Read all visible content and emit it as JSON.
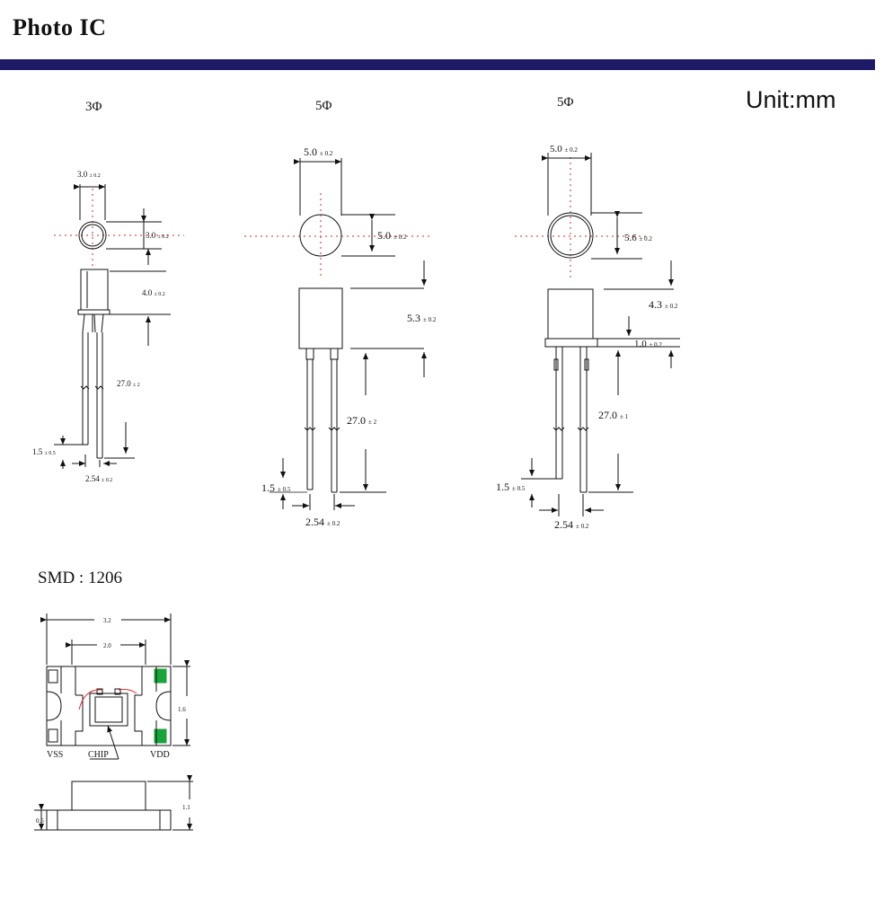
{
  "page": {
    "title": "Photo IC",
    "unit_label": "Unit:mm"
  },
  "colors": {
    "band": "#1f1a66",
    "pad": "#1aa33a",
    "wire": "#d23030"
  },
  "package_3phi": {
    "heading": "3Φ",
    "width_label": "3.0",
    "width_tol": "± 0.2",
    "dia_label": "3.0",
    "dia_tol": "± 0.2",
    "body_label": "4.0",
    "body_tol": "± 0.2",
    "lead_label": "27.0",
    "lead_tol": "± 2",
    "offset_label": "1.5",
    "offset_tol": "± 0.5",
    "pitch_label": "2.54",
    "pitch_tol": "± 0.2"
  },
  "package_5phi_a": {
    "heading": "5Φ",
    "width_label": "5.0",
    "width_tol": "± 0.2",
    "dia_label": "5.0",
    "dia_tol": "± 0.2",
    "body_label": "5.3",
    "body_tol": "± 0.2",
    "lead_label": "27.0",
    "lead_tol": "± 2",
    "offset_label": "1.5",
    "offset_tol": "± 0.5",
    "pitch_label": "2.54",
    "pitch_tol": "± 0.2"
  },
  "package_5phi_b": {
    "heading": "5Φ",
    "width_label": "5.0",
    "width_tol": "± 0.2",
    "dia_label": "5.6",
    "dia_tol": "± 0.2",
    "body_label": "4.3",
    "body_tol": "± 0.2",
    "flange_label": "1.0",
    "flange_tol": "± 0.2",
    "lead_label": "27.0",
    "lead_tol": "± 1",
    "offset_label": "1.5",
    "offset_tol": "± 0.5",
    "pitch_label": "2.54",
    "pitch_tol": "± 0.2"
  },
  "smd": {
    "heading": "SMD : 1206",
    "length_label": "3.2",
    "inner_label": "2.0",
    "height_label": "1.6",
    "vss_label": "VSS",
    "chip_label": "CHIP",
    "vdd_label": "VDD",
    "side_total_label": "1.1",
    "side_base_label": "0.5"
  }
}
